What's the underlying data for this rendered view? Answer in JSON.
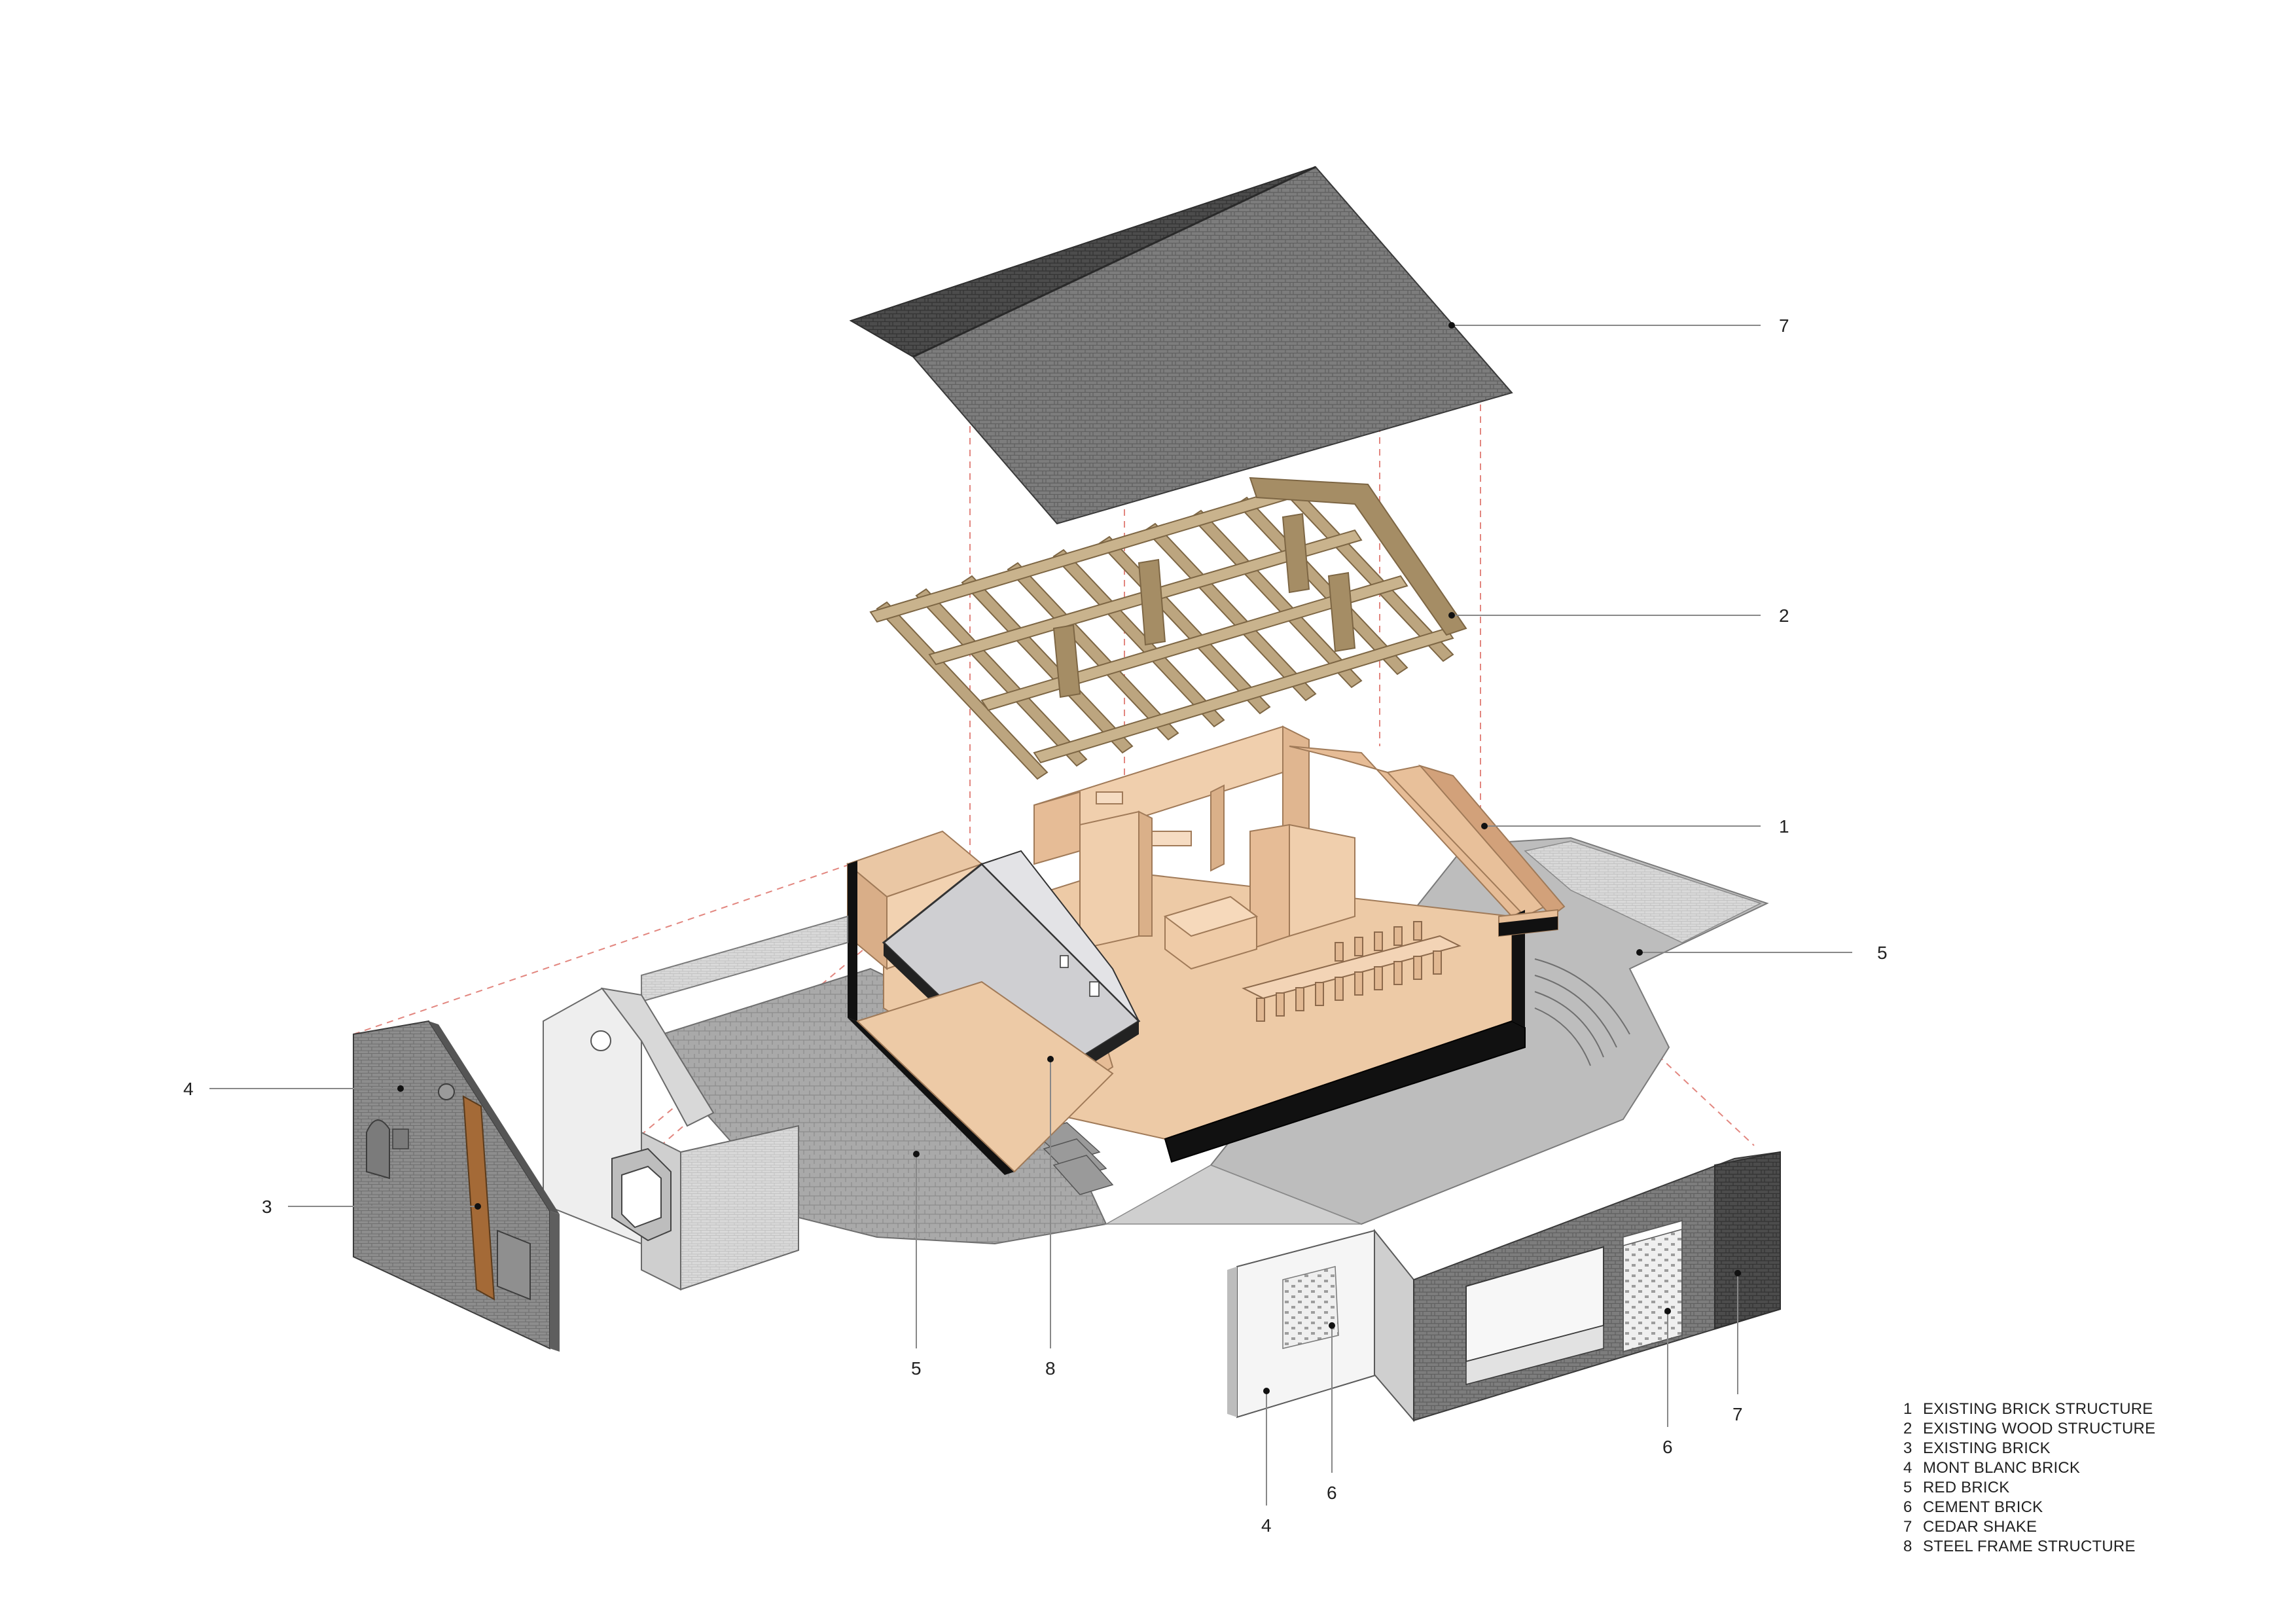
{
  "callouts": [
    {
      "id": "roof",
      "label": "7"
    },
    {
      "id": "wood-structure",
      "label": "2"
    },
    {
      "id": "brick-structure",
      "label": "1"
    },
    {
      "id": "right-ground",
      "label": "5"
    },
    {
      "id": "left-wall-mont-blanc",
      "label": "4"
    },
    {
      "id": "left-wall-existing",
      "label": "3"
    },
    {
      "id": "courtyard-red-brick",
      "label": "5"
    },
    {
      "id": "steel-frame",
      "label": "8"
    },
    {
      "id": "front-wall-mont-blanc",
      "label": "4"
    },
    {
      "id": "front-wall-cement",
      "label": "6"
    },
    {
      "id": "side-wall-cement",
      "label": "6"
    },
    {
      "id": "side-wall-cedar",
      "label": "7"
    }
  ],
  "legend": [
    {
      "num": "1",
      "text": "EXISTING BRICK STRUCTURE"
    },
    {
      "num": "2",
      "text": "EXISTING WOOD STRUCTURE"
    },
    {
      "num": "3",
      "text": "EXISTING BRICK"
    },
    {
      "num": "4",
      "text": "MONT BLANC BRICK"
    },
    {
      "num": "5",
      "text": "RED BRICK"
    },
    {
      "num": "6",
      "text": "CEMENT BRICK"
    },
    {
      "num": "7",
      "text": "CEDAR SHAKE"
    },
    {
      "num": "8",
      "text": "STEEL FRAME STRUCTURE"
    }
  ],
  "colors": {
    "roof": "#7a7a7a",
    "roof_dark": "#4a4a4a",
    "wood": "#b8a27c",
    "wood_dark": "#8a7350",
    "interior": "#e8c3a0",
    "interior_dark": "#d4a986",
    "ground": "#b9b9b9",
    "ground_light": "#d6d6d6",
    "wall_gray": "#8c8c8c",
    "wall_light": "#e6e6e6",
    "slab_black": "#111111",
    "dash_red": "#e2867f",
    "existing_brick": "#a46a37"
  }
}
